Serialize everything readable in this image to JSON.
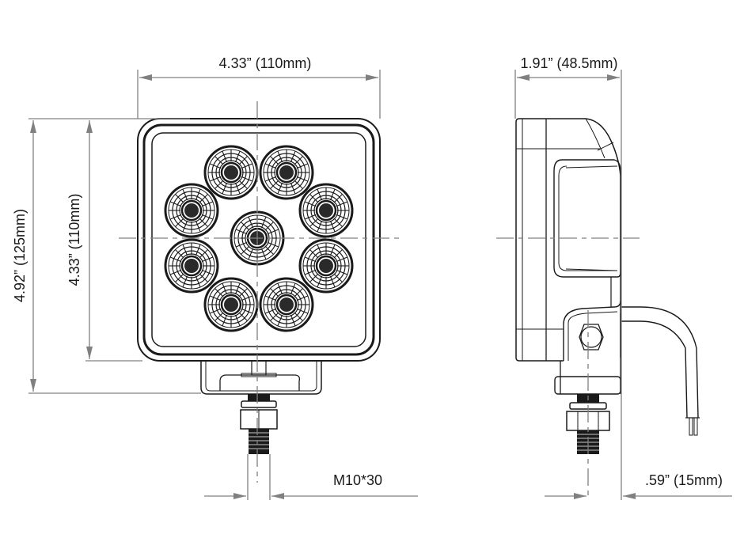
{
  "drawing": {
    "front_view": {
      "width_dimension": "4.33” (110mm)",
      "overall_height_dimension": "4.92” (125mm)",
      "housing_height_dimension": "4.33” (110mm)",
      "bolt_label": "M10*30",
      "led_count": 9
    },
    "side_view": {
      "depth_dimension": "1.91” (48.5mm)",
      "bolt_offset_dimension": ".59” (15mm)"
    },
    "colors": {
      "line": "#1a1a1a",
      "dimension": "#808080",
      "background": "#ffffff"
    }
  }
}
